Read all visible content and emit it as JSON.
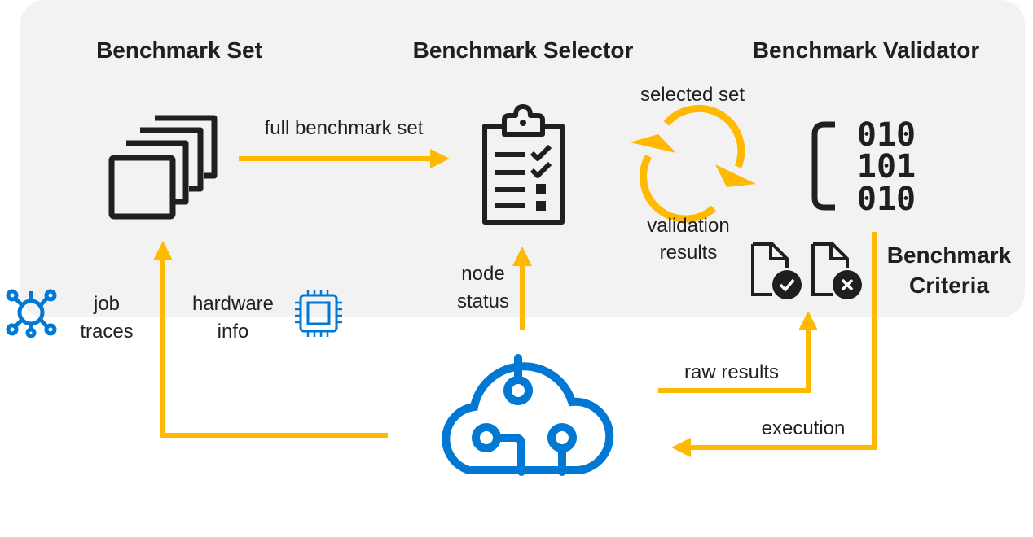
{
  "titles": {
    "benchmark_set": "Benchmark Set",
    "benchmark_selector": "Benchmark Selector",
    "benchmark_validator": "Benchmark Validator",
    "benchmark_criteria_line1": "Benchmark",
    "benchmark_criteria_line2": "Criteria"
  },
  "edges": {
    "full_benchmark_set": "full benchmark set",
    "selected_set": "selected set",
    "validation_results_line1": "validation",
    "validation_results_line2": "results",
    "node_status_line1": "node",
    "node_status_line2": "status",
    "raw_results": "raw results",
    "execution": "execution"
  },
  "inputs": {
    "job_traces_line1": "job",
    "job_traces_line2": "traces",
    "hardware_info_line1": "hardware",
    "hardware_info_line2": "info"
  },
  "validator_code": {
    "line1": "010",
    "line2": "101",
    "line3": "010"
  },
  "colors": {
    "panel": "#f2f2f2",
    "arrow": "#ffb900",
    "icon_dark": "#1f1f1f",
    "icon_blue": "#0078d4"
  },
  "icons": [
    "stacked-pages-icon",
    "clipboard-checklist-icon",
    "refresh-cycle-icon",
    "binary-code-icon",
    "document-check-icon",
    "document-cross-icon",
    "network-hub-icon",
    "chip-icon",
    "cloud-circuit-icon"
  ]
}
